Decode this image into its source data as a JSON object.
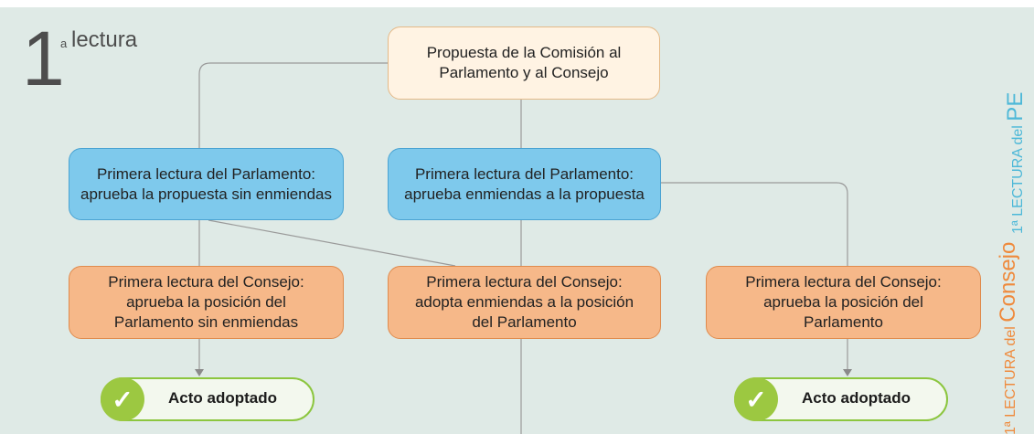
{
  "header": {
    "number": "1",
    "superscript": "a",
    "word": "lectura"
  },
  "boxes": {
    "proposal": {
      "line1": "Propuesta de la Comisión al",
      "line2": "Parlamento y al Consejo"
    },
    "parl_no_amend": {
      "line1": "Primera lectura del Parlamento:",
      "line2": "aprueba la propuesta sin enmiendas"
    },
    "parl_amend": {
      "line1": "Primera lectura del Parlamento:",
      "line2": "aprueba enmiendas a la propuesta"
    },
    "council_left": {
      "line1": "Primera lectura del Consejo:",
      "line2": "aprueba la posición del",
      "line3": "Parlamento sin enmiendas"
    },
    "council_mid": {
      "line1": "Primera lectura del Consejo:",
      "line2": "adopta enmiendas a la posición",
      "line3": "del Parlamento"
    },
    "council_right": {
      "line1": "Primera lectura del Consejo:",
      "line2": "aprueba la posición del",
      "line3": "Parlamento"
    }
  },
  "results": {
    "left": {
      "label": "Acto adoptado",
      "icon": "check-icon"
    },
    "right": {
      "label": "Acto adoptado",
      "icon": "check-icon"
    }
  },
  "side_labels": {
    "pe": {
      "prefix": "1ª LECTURA del ",
      "emphasis": "PE"
    },
    "consejo": {
      "prefix": "1ª LECTURA del ",
      "emphasis": "Consejo"
    }
  },
  "colors": {
    "background": "#dfeae6",
    "proposal_fill": "#fff3e3",
    "parliament_fill": "#7ec9ec",
    "council_fill": "#f6b889",
    "result_accent": "#8cc63f",
    "connector": "#9a9a9a"
  }
}
